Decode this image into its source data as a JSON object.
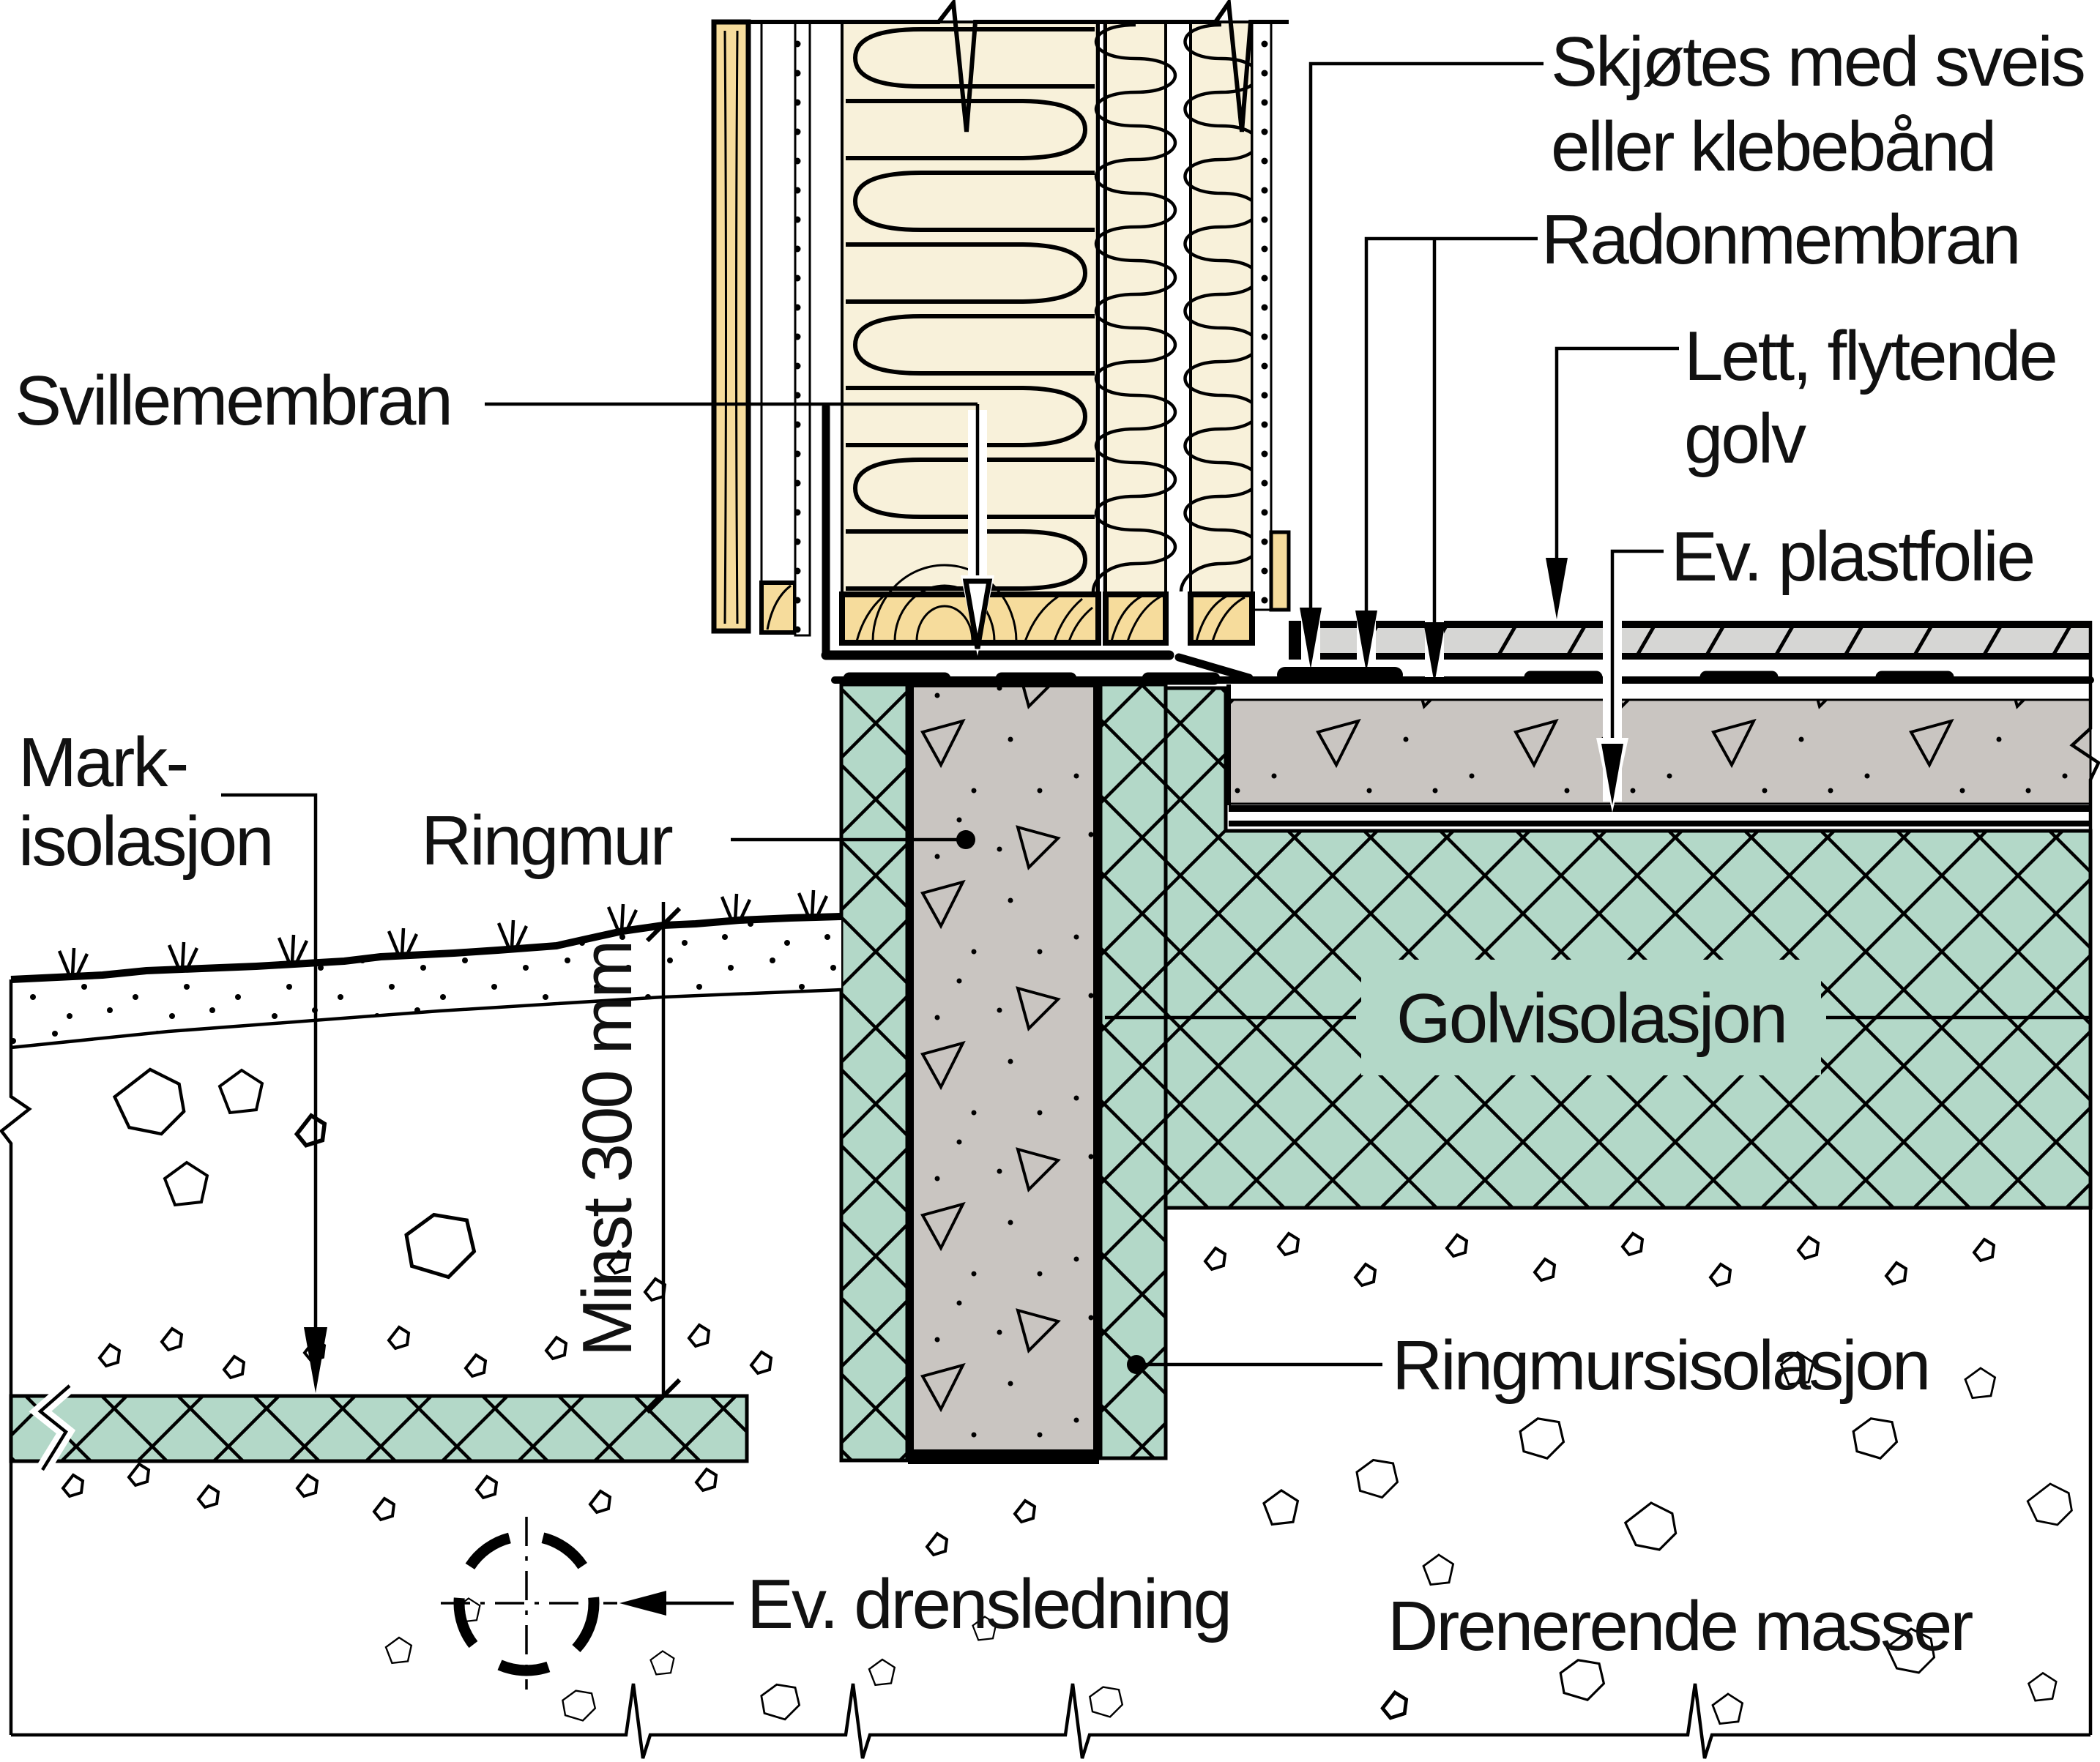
{
  "diagram_type": "building-construction-detail-section",
  "labels": {
    "svillemembran": "Svillemembran",
    "skjotes_line1": "Skjøtes med sveis",
    "skjotes_line2": "eller klebebånd",
    "radonmembran": "Radonmembran",
    "lett_flytende_line1": "Lett, flytende",
    "lett_flytende_line2": "golv",
    "ev_plastfolie": "Ev. plastfolie",
    "mark_line1": "Mark-",
    "mark_line2": "isolasjon",
    "ringmur": "Ringmur",
    "golvisolasjon": "Golvisolasjon",
    "ringmursisolasjon": "Ringmursisolasjon",
    "minst_300_mm": "Minst 300 mm",
    "ev_drensledning": "Ev. drensledning",
    "drenerende_masser": "Drenerende masser"
  },
  "colors": {
    "green": "#b3d8c8",
    "concrete": "#c9c5c1",
    "wood": "#f6dc9c",
    "insulation": "#f8f1da",
    "floor_gray": "#d6d6d4",
    "line": "#000000",
    "bg": "#ffffff"
  }
}
